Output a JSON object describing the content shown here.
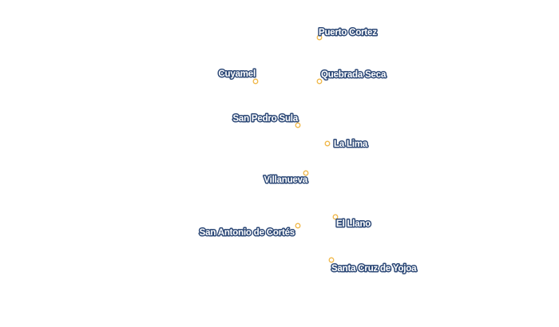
{
  "map": {
    "colors": {
      "marker": "#f0b84a",
      "label_fill": "#ffffff",
      "label_halo": "#2e4a78",
      "background": "#ffffff"
    },
    "places": [
      {
        "name": "Puerto Cortez"
      },
      {
        "name": "Cuyamel"
      },
      {
        "name": "Quebrada Seca"
      },
      {
        "name": "San Pedro Sula"
      },
      {
        "name": "La Lima"
      },
      {
        "name": "Villanueva"
      },
      {
        "name": "El Llano"
      },
      {
        "name": "San Antonio de Cortés"
      },
      {
        "name": "Santa Cruz de Yojoa"
      }
    ]
  }
}
